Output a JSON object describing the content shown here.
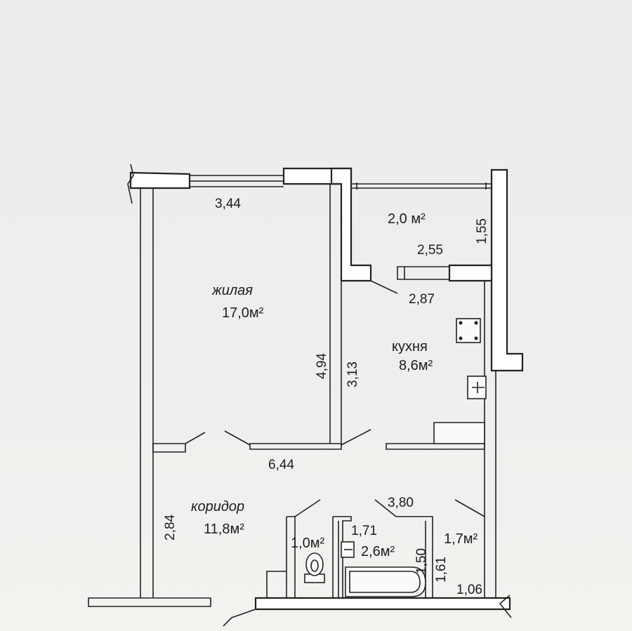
{
  "plan": {
    "rooms": {
      "living_name": "жилая",
      "living_area": "17,0м²",
      "kitchen_name": "кухня",
      "kitchen_area": "8,6м²",
      "corridor_name": "коридор",
      "corridor_area": "11,8м²",
      "balcony_area": "2,0 м²",
      "wc_area": "1,0м²",
      "bath_area": "2,6м²",
      "closet_area": "1,7м²"
    },
    "dims": {
      "living_top": "3,44",
      "living_side": "4,94",
      "kitchen_side": "3,13",
      "living_bottom": "6,44",
      "balcony_side": "1,55",
      "balcony_width": "2,55",
      "kitchen_top": "2,87",
      "corridor_side": "2,84",
      "corridor_bottom": "3,80",
      "bath_width": "1,71",
      "bath_side": "1,50",
      "closet_side": "1,61",
      "closet_width": "1,06"
    }
  }
}
